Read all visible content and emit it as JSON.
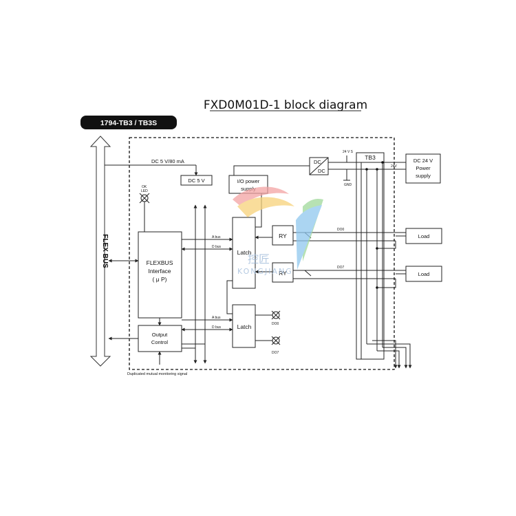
{
  "title": "FXD0M01D-1 block diagram",
  "module_tag": "1794-TB3 / TB3S",
  "flex_bus": "FLEX BUS",
  "footnote": "Duplicated mutual monitoring signal",
  "labels": {
    "dc5v_80ma": "DC 5 V/80 mA",
    "dc5v": "DC 5 V",
    "io_power_1": "I/O power",
    "io_power_2": "supply",
    "ok_led_1": "OK",
    "ok_led_2": "LED",
    "flexbus_1": "FLEXBUS",
    "flexbus_2": "Interface",
    "flexbus_3": "( μ P)",
    "output_1": "Output",
    "output_2": "Control",
    "a_bus": "A bus",
    "d_bus": "D bus",
    "latch": "Latch",
    "ry": "RY",
    "do0": "DO0",
    "do7": "DO7",
    "dc_dc_1": "DC",
    "dc_dc_2": "DC",
    "v24": "24 V S",
    "gnd": "GND",
    "tb3": "TB3",
    "dc24_1": "DC 24 V",
    "dc24_2": "Power",
    "dc24_3": "supply",
    "plus_24v": "24V",
    "load": "Load"
  },
  "watermark": {
    "chinese": "控匠",
    "latin": "KONGJIANG",
    "colors": [
      "#f4a3a3",
      "#f7d27a",
      "#9fd99a",
      "#8fc7ee"
    ]
  }
}
